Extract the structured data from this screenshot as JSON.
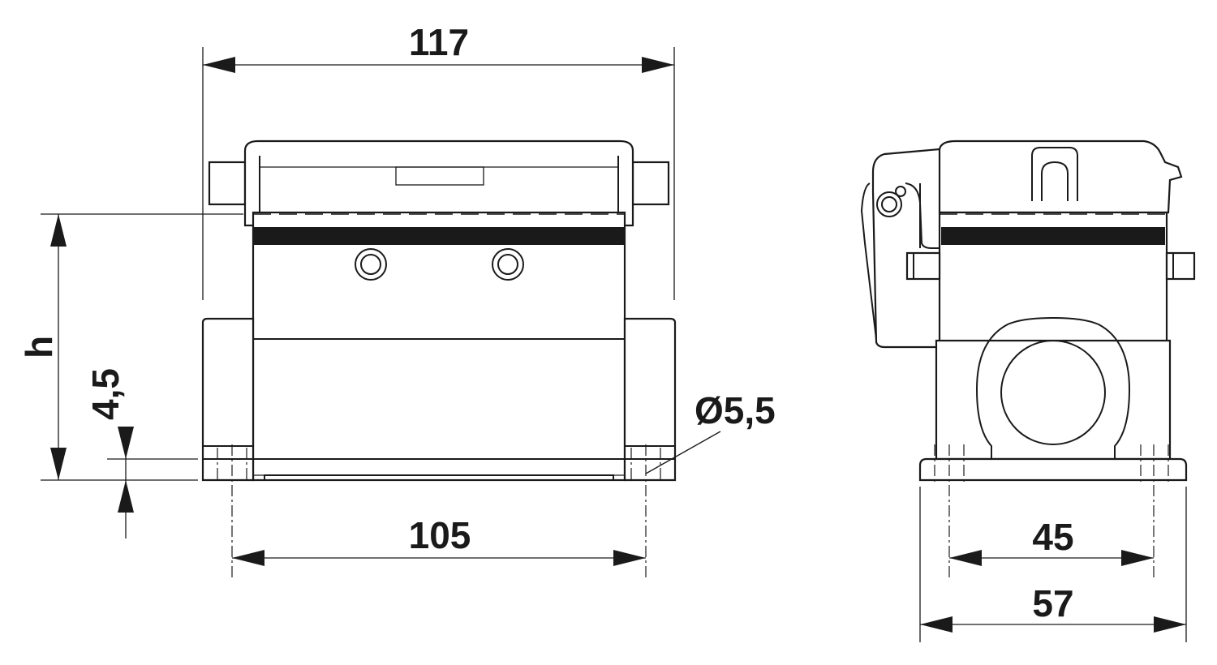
{
  "dimensions": {
    "width_overall": "117",
    "height": "h",
    "flange_thickness": "4,5",
    "hole_diameter": "Ø5,5",
    "hole_spacing": "105",
    "side_hole_spacing": "45",
    "side_width": "57"
  }
}
